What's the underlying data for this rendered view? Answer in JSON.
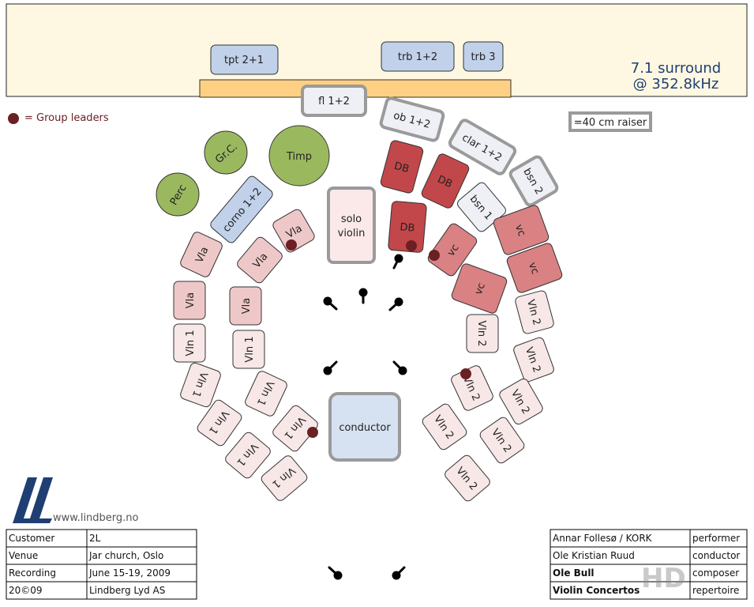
{
  "surround": {
    "line1": "7.1 surround",
    "line2": "@ 352.8kHz"
  },
  "legend": {
    "group_leaders": "= Group leaders",
    "raiser": "=40 cm raiser"
  },
  "website": "www.lindberg.no",
  "colors": {
    "stage": "#fef8e2",
    "raiser_bar": "#fdd084",
    "brass": "#c1d1ea",
    "wood": "#eef0f5",
    "timp": "#9ab95f",
    "db": "#c2474a",
    "vc": "#d98183",
    "mid": "#eec8c8",
    "light": "#f8e7e7",
    "leader": "#6b2024",
    "ink": "#1f3f73"
  },
  "seats": {
    "tpt": "tpt 2+1",
    "trb12": "trb 1+2",
    "trb3": "trb 3",
    "fl": "fl 1+2",
    "ob": "ob 1+2",
    "clar": "clar 1+2",
    "bsn2": "bsn 2",
    "bsn1": "bsn 1",
    "grc": "Gr.C.",
    "timp": "Timp",
    "perc": "Perc",
    "corno": "corno 1+2",
    "solo1": "solo",
    "solo2": "violin",
    "conductor": "conductor",
    "db": "DB",
    "vc": "vc",
    "vla": "Vla",
    "vln1": "Vln 1",
    "vln2": "Vln 2"
  },
  "left_table": {
    "rows": [
      [
        "Customer",
        "2L"
      ],
      [
        "Venue",
        "Jar church, Oslo"
      ],
      [
        "Recording",
        "June 15-19, 2009"
      ],
      [
        "20©09",
        "Lindberg Lyd AS"
      ]
    ]
  },
  "right_table": {
    "rows": [
      [
        "Annar Follesø / KORK",
        "performer"
      ],
      [
        "Ole Kristian Ruud",
        "conductor"
      ],
      [
        "Ole Bull",
        "composer"
      ],
      [
        "Violin Concertos",
        "repertoire"
      ]
    ]
  },
  "watermark": "HD"
}
